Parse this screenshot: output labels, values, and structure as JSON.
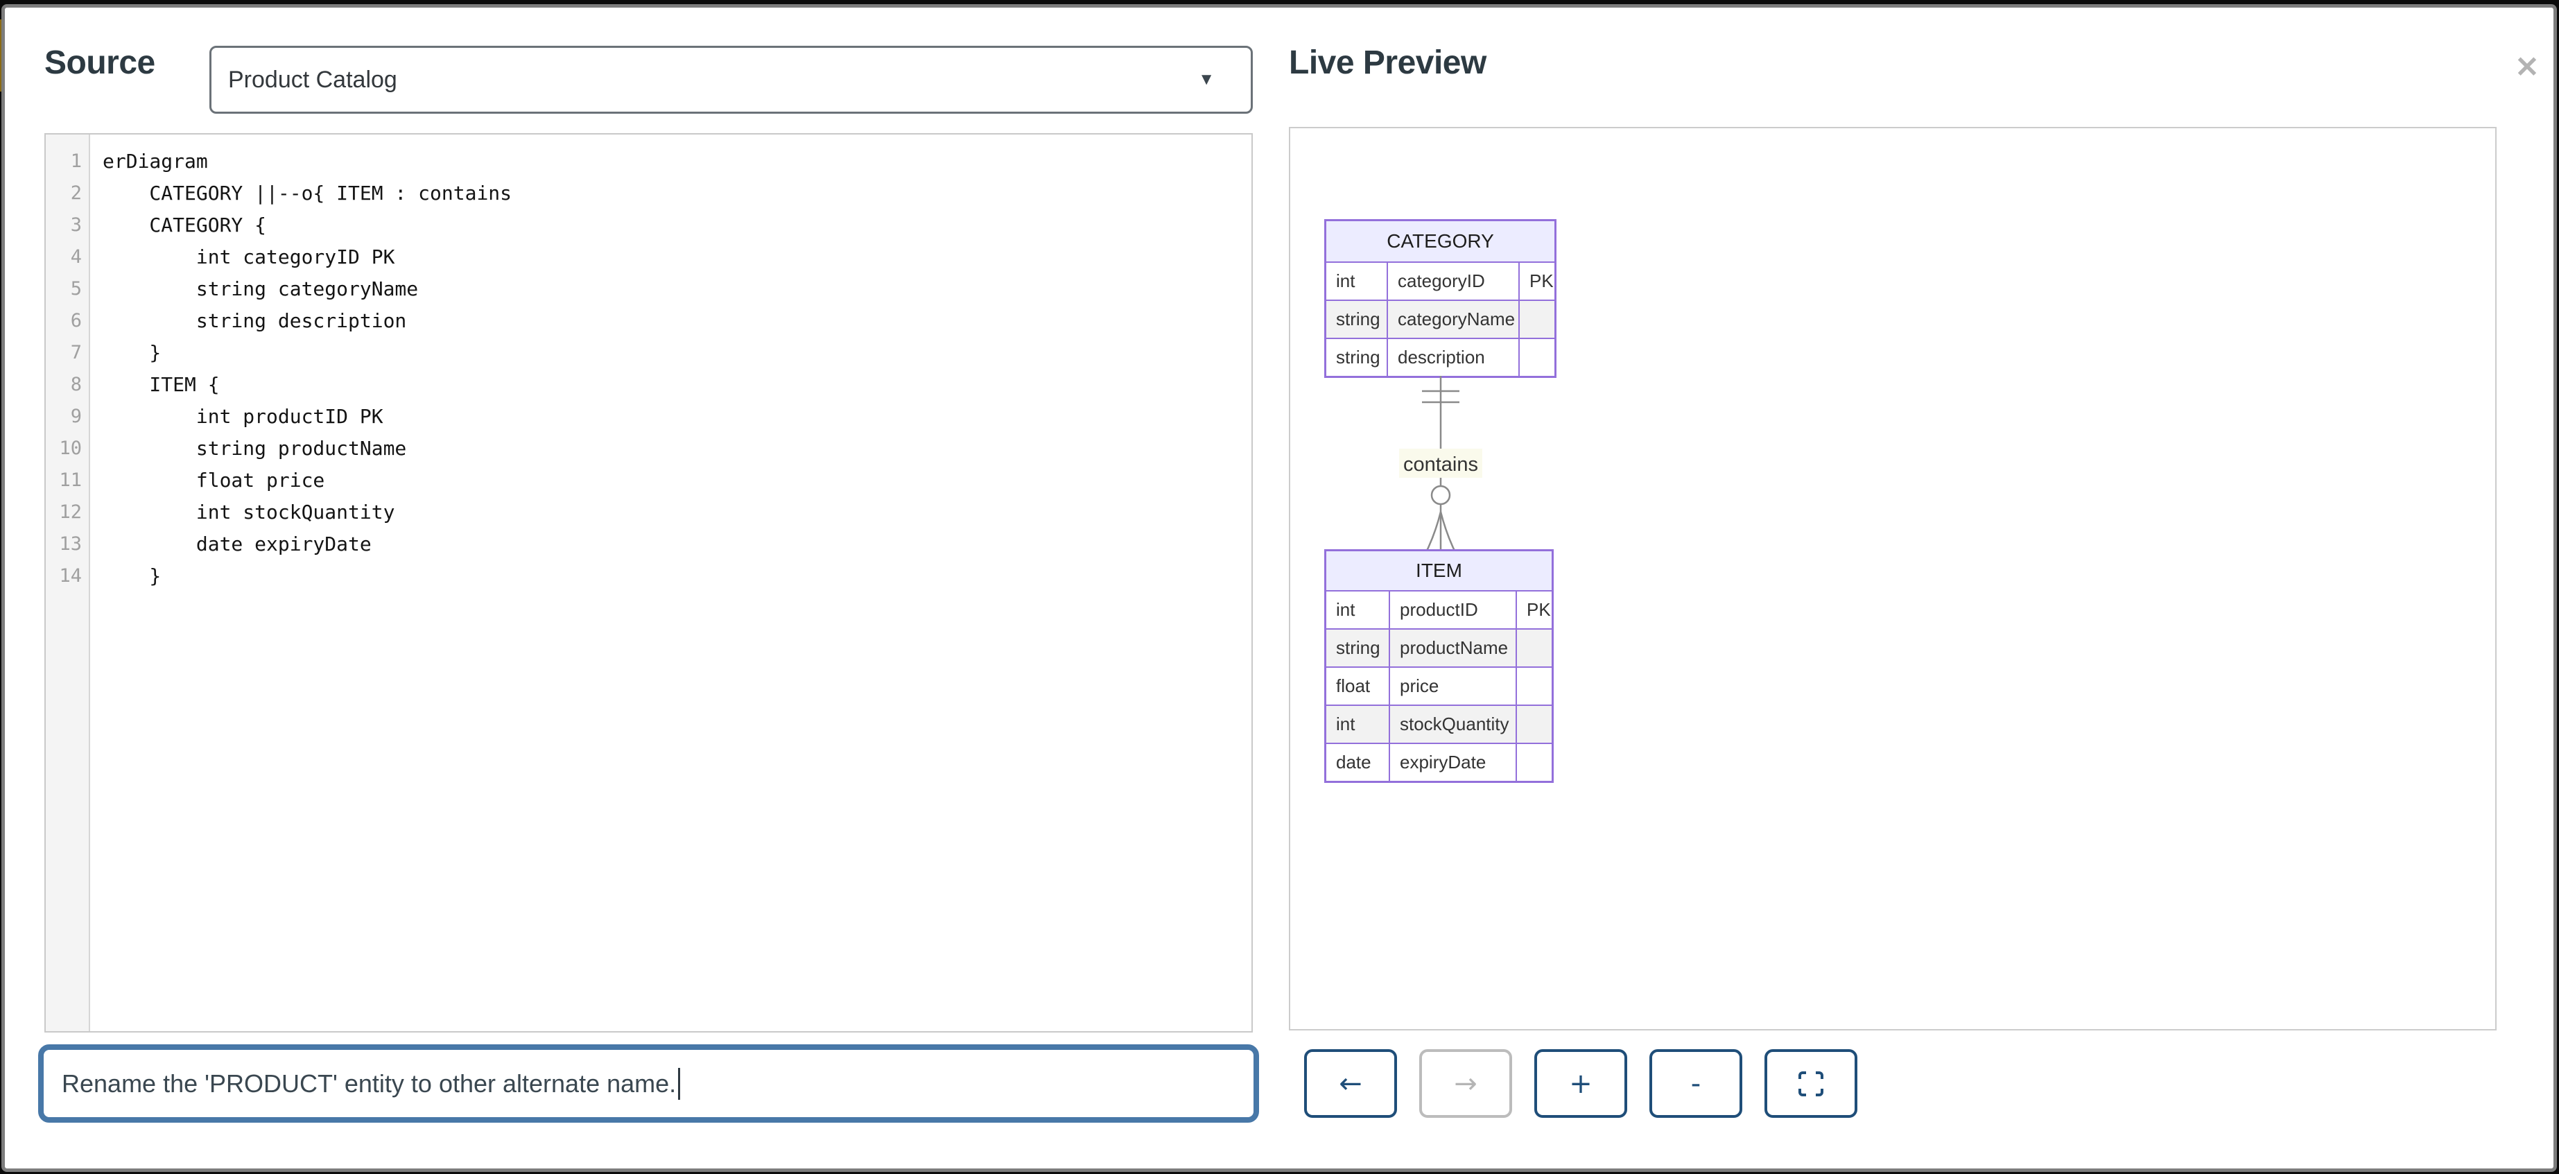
{
  "window": {
    "close_glyph": "✕"
  },
  "source_panel": {
    "title": "Source",
    "dropdown": {
      "selected_option": "Product Catalog",
      "arrow_glyph": "▼"
    },
    "editor": {
      "language": "mermaid-erDiagram",
      "lines": [
        "erDiagram",
        "    CATEGORY ||--o{ ITEM : contains",
        "    CATEGORY {",
        "        int categoryID PK",
        "        string categoryName",
        "        string description",
        "    }",
        "    ITEM {",
        "        int productID PK",
        "        string productName",
        "        float price",
        "        int stockQuantity",
        "        date expiryDate",
        "    }"
      ]
    },
    "prompt_input": {
      "value": "Rename the 'PRODUCT' entity to other alternate name."
    }
  },
  "preview_panel": {
    "title": "Live Preview",
    "diagram": {
      "entities": [
        {
          "id": "category",
          "name": "CATEGORY",
          "attributes": [
            {
              "type": "int",
              "name": "categoryID",
              "key": "PK"
            },
            {
              "type": "string",
              "name": "categoryName",
              "key": ""
            },
            {
              "type": "string",
              "name": "description",
              "key": ""
            }
          ]
        },
        {
          "id": "item",
          "name": "ITEM",
          "attributes": [
            {
              "type": "int",
              "name": "productID",
              "key": "PK"
            },
            {
              "type": "string",
              "name": "productName",
              "key": ""
            },
            {
              "type": "float",
              "name": "price",
              "key": ""
            },
            {
              "type": "int",
              "name": "stockQuantity",
              "key": ""
            },
            {
              "type": "date",
              "name": "expiryDate",
              "key": ""
            }
          ]
        }
      ],
      "relationship": {
        "from": "CATEGORY",
        "to": "ITEM",
        "label": "contains",
        "cardinality": "||--o{"
      }
    },
    "toolbar": {
      "buttons": [
        {
          "id": "back",
          "glyph": "←",
          "disabled": false
        },
        {
          "id": "forward",
          "glyph": "→",
          "disabled": true
        },
        {
          "id": "zoom-in",
          "glyph": "+",
          "disabled": false
        },
        {
          "id": "zoom-out",
          "glyph": "-",
          "disabled": false
        },
        {
          "id": "fullscreen",
          "glyph": "fullscreen-icon",
          "disabled": false
        }
      ]
    }
  },
  "colors": {
    "entity_border": "#9370DB",
    "entity_header_bg": "#ECECFF",
    "attribute_row_even_bg": "#f2f2f2",
    "relation_line": "#8a8a8a",
    "relation_label_bg": "#fafaec",
    "prompt_border": "#4878a8",
    "toolbar_button": "#1f4e79",
    "toolbar_button_disabled": "#b5b5b5"
  }
}
